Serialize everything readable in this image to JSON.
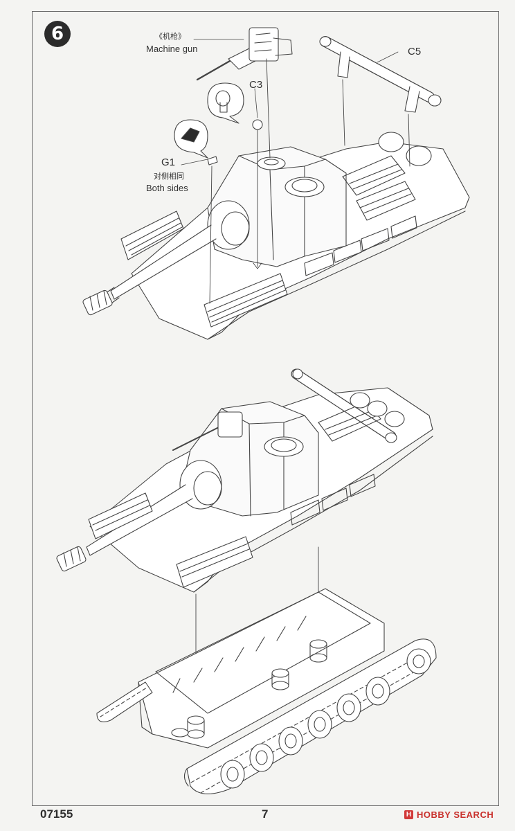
{
  "step": {
    "number": "6"
  },
  "labels": {
    "machine_gun_cn": "《机枪》",
    "machine_gun_en": "Machine gun",
    "c5": "C5",
    "c3": "C3",
    "g1": "G1",
    "both_sides_cn": "对侧相同",
    "both_sides_en": "Both sides"
  },
  "footer": {
    "kit_number": "07155",
    "page_number": "7"
  },
  "watermark": {
    "logo": "H",
    "text": "HOBBY SEARCH"
  }
}
